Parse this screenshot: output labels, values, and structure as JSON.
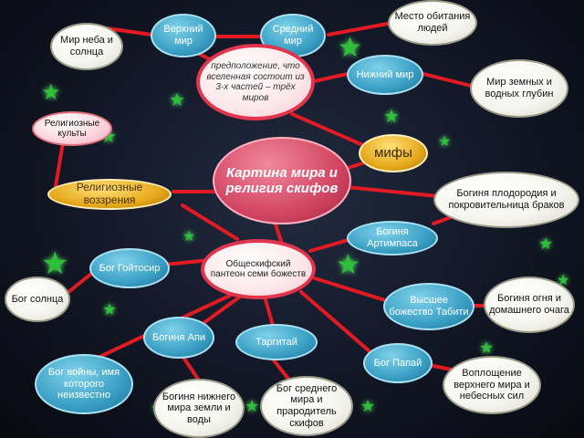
{
  "nodes": {
    "mesto": "Место обитания людей",
    "verkhniy": "Верхний мир",
    "sredniy": "Средний мир",
    "mir_neba": "Мир неба и солнца",
    "nizhniy": "Нижний мир",
    "mir_zemnykh": "Мир земных и водных глубин",
    "hypothesis": "предположение, что вселенная состоит из 3-х частей – трёх миров",
    "religioznye_kulty": "Религиозные культы",
    "mify": "мифы",
    "kartina": "Картина мира и религия скифов",
    "religioznye_vozzreniya": "Религиозные воззрения",
    "boginya_plodorodiya": "Богиня плодородия и покровительница браков",
    "boginya_artimpasa": "Богиня Артимпаса",
    "panteon": "Общескифский пантеон семи божеств",
    "bog_goitosir": "Бог Гойтосир",
    "bog_solntsa": "Бог солнца",
    "boginya_ognya": "Богиня огня и домашнего очага",
    "vysshee_bozhestvo": "Высшее божество Табити",
    "boginya_api": "Богиня Апи",
    "targitai": "Таргитай",
    "bog_papai": "Бог Папай",
    "voploshchenie": "Воплощение верхнего мира и небесных сил",
    "bog_voyny": "Бог войны, имя которого неизвестно",
    "boginya_nizhnego": "Богиня нижнего мира земли и воды",
    "bog_srednego": "Бог среднего мира и прародитель скифов"
  },
  "colors": {
    "line": "#e01b24",
    "star": "#2fbf3a"
  }
}
